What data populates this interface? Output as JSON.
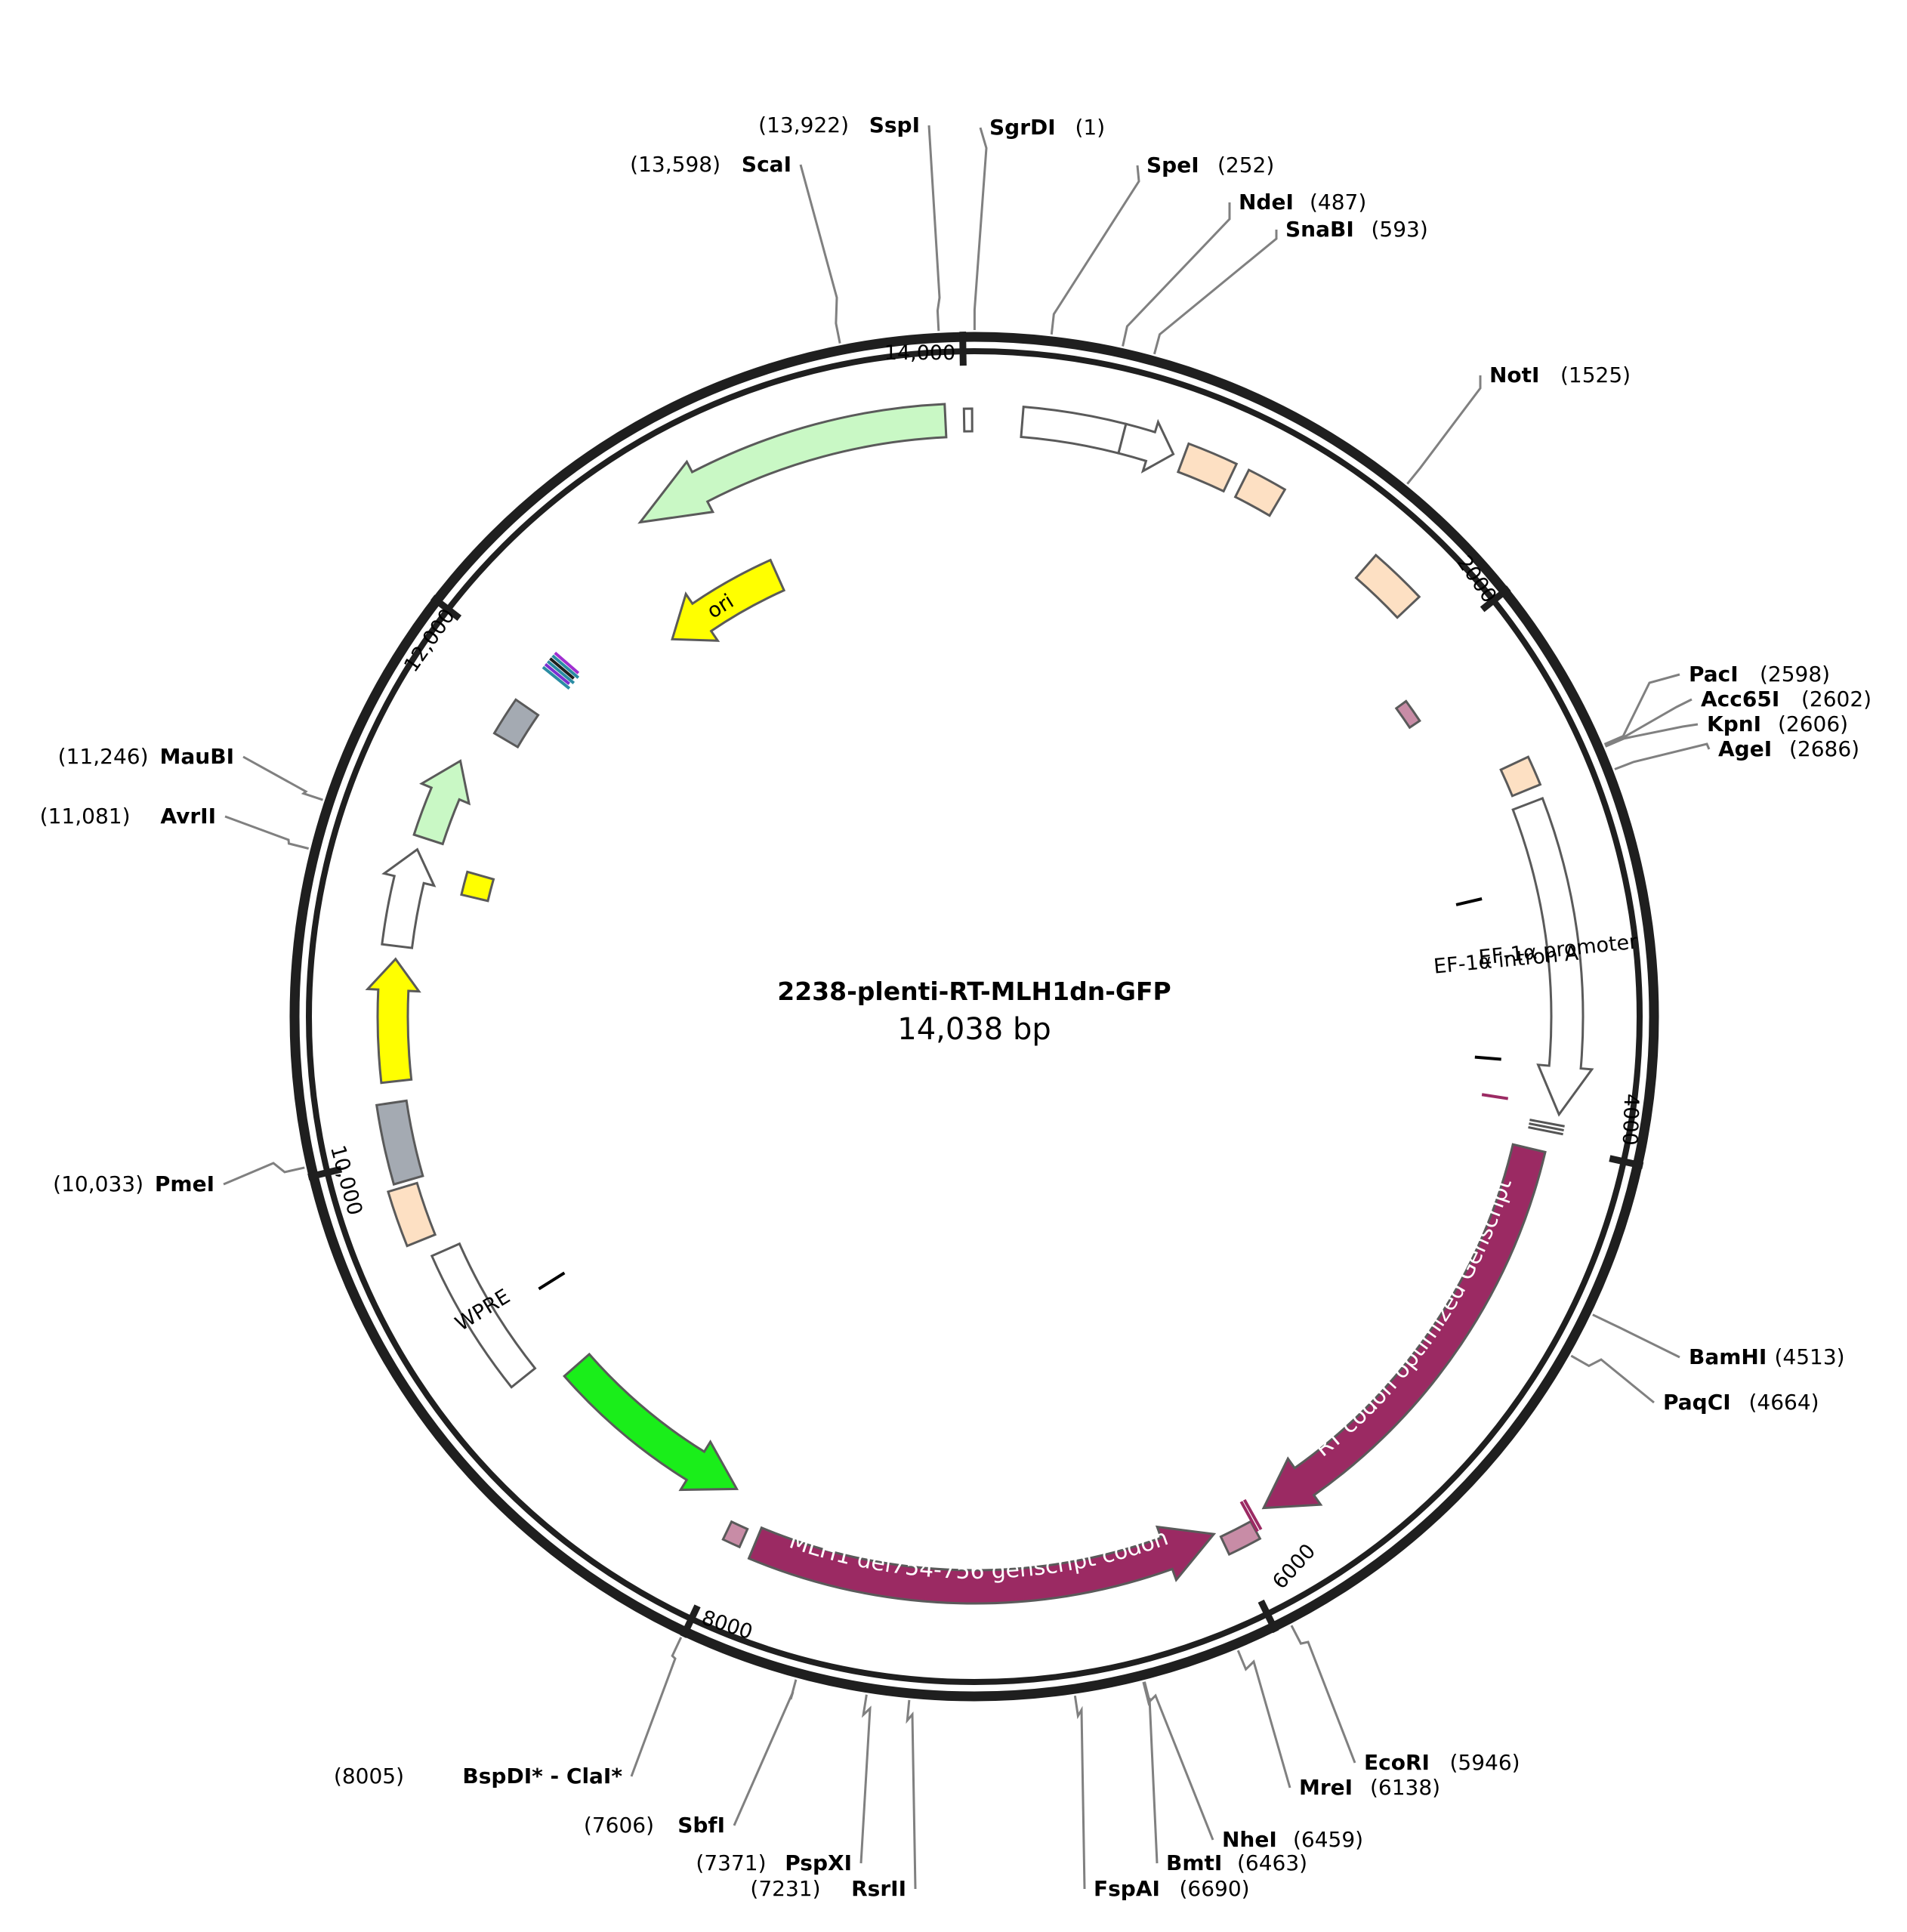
{
  "plasmid": {
    "name": "2238-plenti-RT-MLH1dn-GFP",
    "size_label": "14,038 bp",
    "length": 14038
  },
  "colors": {
    "backbone": "#1f1f1f",
    "leader_line": "#808080",
    "feature_outline": "#5a5a5a",
    "green_light": "#c9f8c5",
    "peach": "#fde0c3",
    "pink_small": "#c88ca6",
    "maroon": "#9b2a63",
    "green_bright": "#1aee1a",
    "yellow": "#ffff00",
    "gray": "#a4aab2",
    "white": "#ffffff"
  },
  "ticks": [
    {
      "pos": 2000,
      "label": "2000"
    },
    {
      "pos": 4000,
      "label": "4000"
    },
    {
      "pos": 6000,
      "label": "6000"
    },
    {
      "pos": 8000,
      "label": "8000"
    },
    {
      "pos": 10000,
      "label": "10,000"
    },
    {
      "pos": 12000,
      "label": "12,000"
    },
    {
      "pos": 14000,
      "label": "14,000"
    }
  ],
  "sites": [
    {
      "name": "SgrDI",
      "pos_label": "(1)",
      "pos": 1
    },
    {
      "name": "SpeI",
      "pos_label": "(252)",
      "pos": 252
    },
    {
      "name": "NdeI",
      "pos_label": "(487)",
      "pos": 487
    },
    {
      "name": "SnaBI",
      "pos_label": "(593)",
      "pos": 593
    },
    {
      "name": "NotI",
      "pos_label": "(1525)",
      "pos": 1525
    },
    {
      "name": "PacI",
      "pos_label": "(2598)",
      "pos": 2598
    },
    {
      "name": "Acc65I",
      "pos_label": "(2602)",
      "pos": 2602
    },
    {
      "name": "KpnI",
      "pos_label": "(2606)",
      "pos": 2606
    },
    {
      "name": "AgeI",
      "pos_label": "(2686)",
      "pos": 2686
    },
    {
      "name": "BamHI",
      "pos_label": "(4513)",
      "pos": 4513
    },
    {
      "name": "PaqCI",
      "pos_label": "(4664)",
      "pos": 4664
    },
    {
      "name": "EcoRI",
      "pos_label": "(5946)",
      "pos": 5946
    },
    {
      "name": "MreI",
      "pos_label": "(6138)",
      "pos": 6138
    },
    {
      "name": "NheI",
      "pos_label": "(6459)",
      "pos": 6459
    },
    {
      "name": "BmtI",
      "pos_label": "(6463)",
      "pos": 6463
    },
    {
      "name": "FspAI",
      "pos_label": "(6690)",
      "pos": 6690
    },
    {
      "name": "RsrII",
      "pos_label": "(7231)",
      "pos": 7231
    },
    {
      "name": "PspXI",
      "pos_label": "(7371)",
      "pos": 7371
    },
    {
      "name": "SbfI",
      "pos_label": "(7606)",
      "pos": 7606
    },
    {
      "name": "BspDI* - ClaI*",
      "pos_label": "(8005)",
      "pos": 8005
    },
    {
      "name": "PmeI",
      "pos_label": "(10,033)",
      "pos": 10033
    },
    {
      "name": "AvrII",
      "pos_label": "(11,081)",
      "pos": 11081
    },
    {
      "name": "MauBI",
      "pos_label": "(11,246)",
      "pos": 11246
    },
    {
      "name": "ScaI",
      "pos_label": "(13,598)",
      "pos": 13598
    },
    {
      "name": "SspI",
      "pos_label": "(13,922)",
      "pos": 13922
    }
  ],
  "features": [
    {
      "label": "EF-1α promoter",
      "start": 2690,
      "end": 3880,
      "dir": 1,
      "color": "white"
    },
    {
      "label": "EF-1α intron A",
      "start": 3030,
      "end": 3560,
      "dir": 0,
      "color": "white"
    },
    {
      "label": "RT codon optimized Genscript",
      "start": 4030,
      "end": 5830,
      "dir": 1,
      "color": "maroon"
    },
    {
      "label": "MLH1 del754-756 genscript codon",
      "start": 6050,
      "end": 7900,
      "dir": -1,
      "color": "maroon"
    },
    {
      "label": "WPRE",
      "start": 9020,
      "end": 9600,
      "dir": 0,
      "color": "white"
    },
    {
      "label": "ori",
      "start": 12530,
      "end": 13100,
      "dir": -1,
      "color": "yellow"
    }
  ]
}
